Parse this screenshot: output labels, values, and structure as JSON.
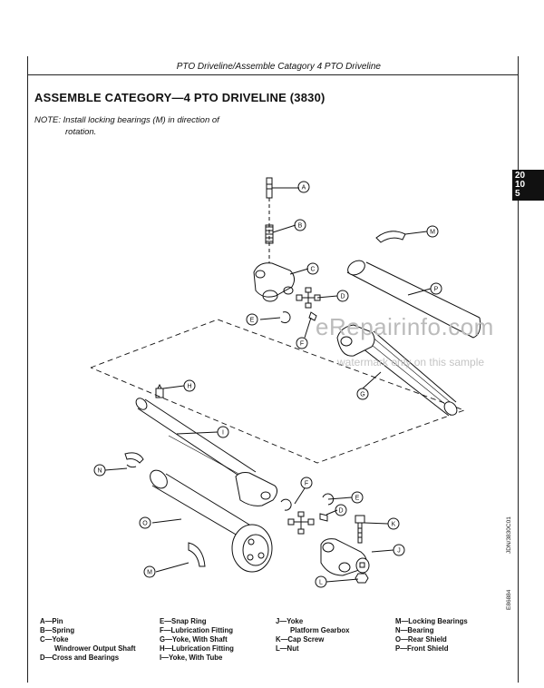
{
  "header": {
    "title": "PTO Driveline/Assemble Catagory 4 PTO Driveline"
  },
  "section": {
    "title": "ASSEMBLE CATEGORY—4 PTO DRIVELINE (3830)",
    "note_line1": "NOTE: Install locking bearings (M) in direction of",
    "note_line2": "rotation."
  },
  "tab": {
    "line1": "20",
    "line2": "10",
    "line3": "5"
  },
  "watermark": {
    "line1": "eRepairinfo.com",
    "line2": "watermark only on this sample"
  },
  "side_codes": {
    "code1": "JDN/3830C01",
    "code2": "E86884"
  },
  "callouts": {
    "A": "A",
    "B": "B",
    "C": "C",
    "D": "D",
    "E": "E",
    "F": "F",
    "G": "G",
    "H": "H",
    "I": "I",
    "J": "J",
    "K": "K",
    "L": "L",
    "M": "M",
    "N": "N",
    "O": "O",
    "P": "P"
  },
  "legend": {
    "col1": [
      "A—Pin",
      "B—Spring",
      "C—Yoke",
      "Windrower Output Shaft",
      "D—Cross and Bearings"
    ],
    "col2": [
      "E—Snap Ring",
      "F—Lubrication Fitting",
      "G—Yoke, With Shaft",
      "H—Lubrication Fitting",
      "I—Yoke, With Tube"
    ],
    "col3": [
      "J—Yoke",
      "Platform Gearbox",
      "K—Cap Screw",
      "L—Nut"
    ],
    "col4": [
      "M—Locking Bearings",
      "N—Bearing",
      "O—Rear Shield",
      "P—Front Shield"
    ]
  }
}
